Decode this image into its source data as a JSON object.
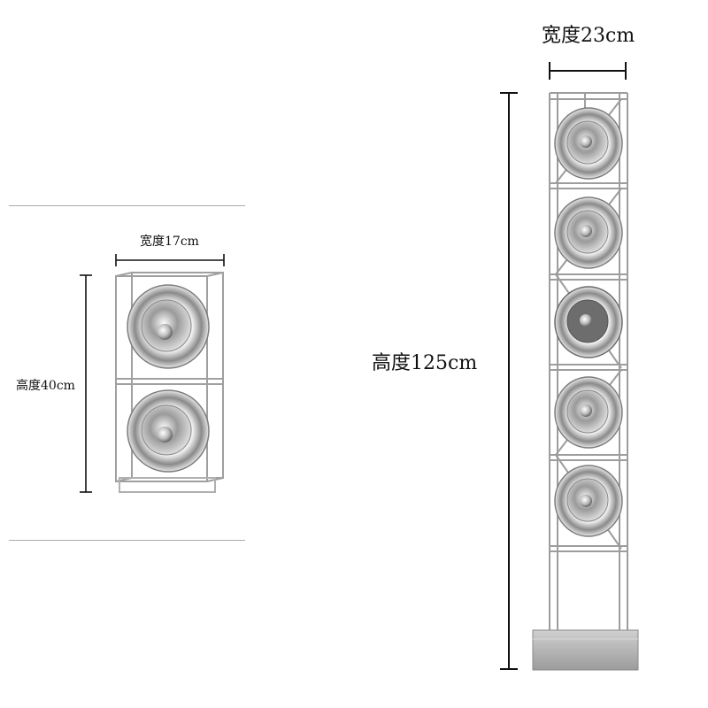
{
  "small_lamp": {
    "width_label": "宽度17cm",
    "height_label": "高度40cm",
    "light_count": 2
  },
  "tall_lamp": {
    "width_label": "宽度23cm",
    "height_label": "高度125cm",
    "light_count": 5
  },
  "colors": {
    "chrome_light": "#f4f4f4",
    "chrome_dark": "#5a5a5a",
    "frame": "#9d9d9d",
    "dimension_line": "#111111",
    "base": "#b5b5b5"
  }
}
